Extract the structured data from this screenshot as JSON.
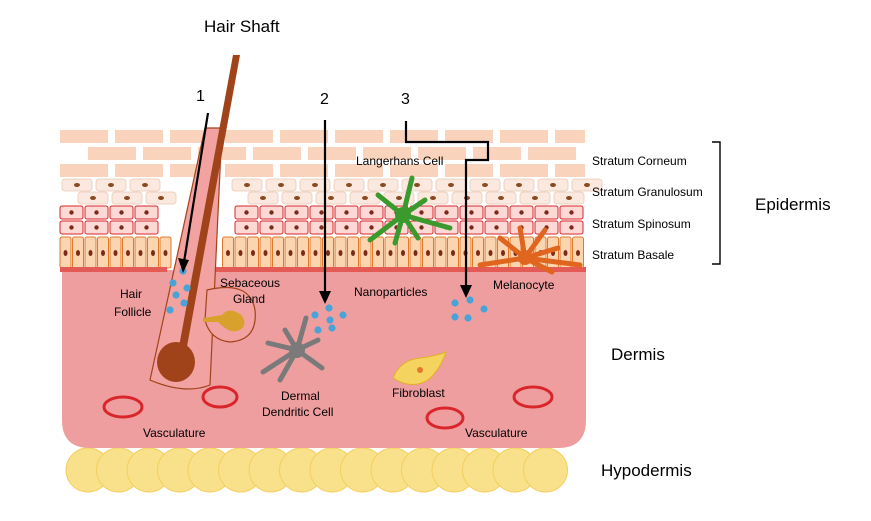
{
  "labels": {
    "hair_shaft": "Hair Shaft",
    "route_1": "1",
    "route_2": "2",
    "route_3": "3",
    "langerhans": "Langerhans Cell",
    "stratum_corneum": "Stratum Corneum",
    "stratum_granulosum": "Stratum Granulosum",
    "stratum_spinosum": "Stratum Spinosum",
    "stratum_basale": "Stratum Basale",
    "epidermis": "Epidermis",
    "hair_follicle_line1": "Hair",
    "hair_follicle_line2": "Follicle",
    "sebaceous_line1": "Sebaceous",
    "sebaceous_line2": "Gland",
    "nanoparticles": "Nanoparticles",
    "melanocyte": "Melanocyte",
    "dermis": "Dermis",
    "dermal_dc_line1": "Dermal",
    "dermal_dc_line2": "Dendritic Cell",
    "fibroblast": "Fibroblast",
    "vasculature_left": "Vasculature",
    "vasculature_right": "Vasculature",
    "hypodermis": "Hypodermis"
  },
  "colors": {
    "corneum": "#f9d3bb",
    "granulosum": "#fbe9df",
    "spinosum": "#fcd9d4",
    "spinosum_border": "#d9262b",
    "basale": "#fbd5b0",
    "basale_border": "#e0792c",
    "dermis": "#ef9ea0",
    "hypodermis": "#f9e08a",
    "hair": "#a0431b",
    "nanoparticle": "#4aa3d6",
    "langerhans": "#3a9a2d",
    "melanocyte": "#e0651e",
    "dendritic": "#7a7a7a",
    "fibroblast": "#f4d35e",
    "sebaceous": "#d8a12b",
    "vessel": "#d9262b"
  }
}
